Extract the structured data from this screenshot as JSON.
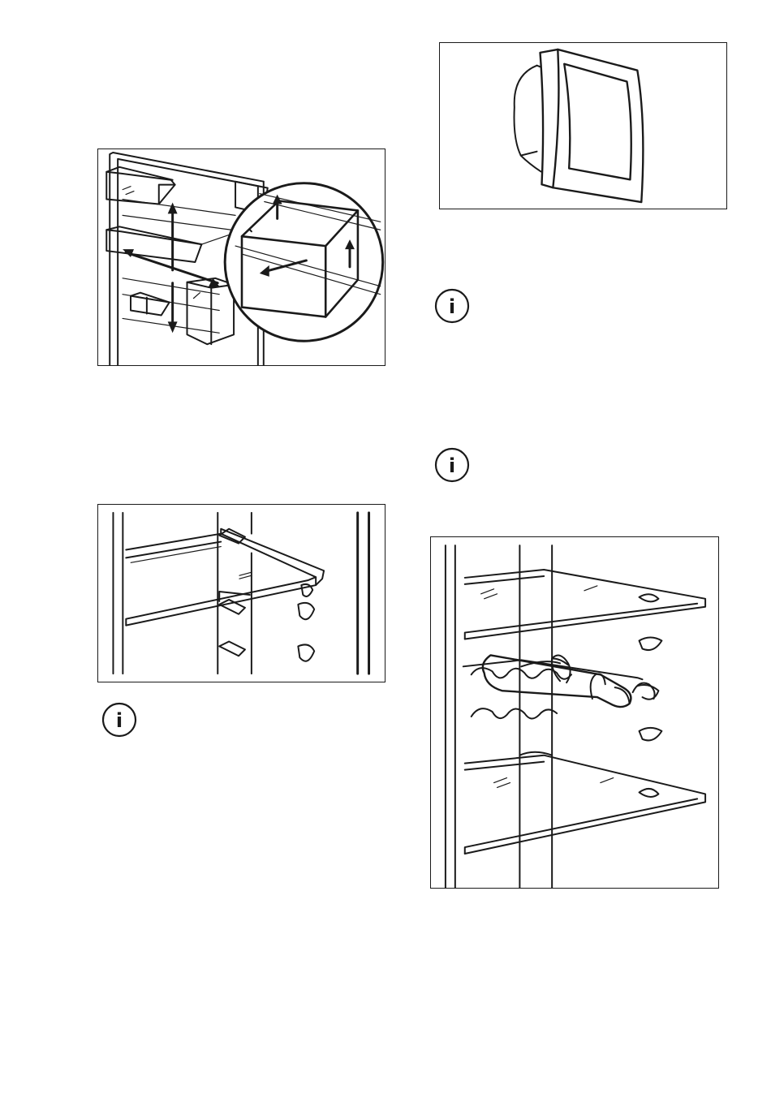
{
  "colors": {
    "ink": "#1a1a1a",
    "paper": "#ffffff"
  },
  "figures": [
    {
      "id": "door-balcony",
      "icon": "door-balcony-removal-illustration"
    },
    {
      "id": "glass-shelf",
      "icon": "glass-shelf-illustration"
    },
    {
      "id": "lid-flap",
      "icon": "lid-flap-illustration"
    },
    {
      "id": "bottle-rack",
      "icon": "bottle-rack-illustration"
    }
  ],
  "info_icons": [
    {
      "id": "note-1",
      "icon": "info-icon",
      "glyph": "i"
    },
    {
      "id": "note-2",
      "icon": "info-icon",
      "glyph": "i"
    },
    {
      "id": "note-3",
      "icon": "info-icon",
      "glyph": "i"
    }
  ]
}
